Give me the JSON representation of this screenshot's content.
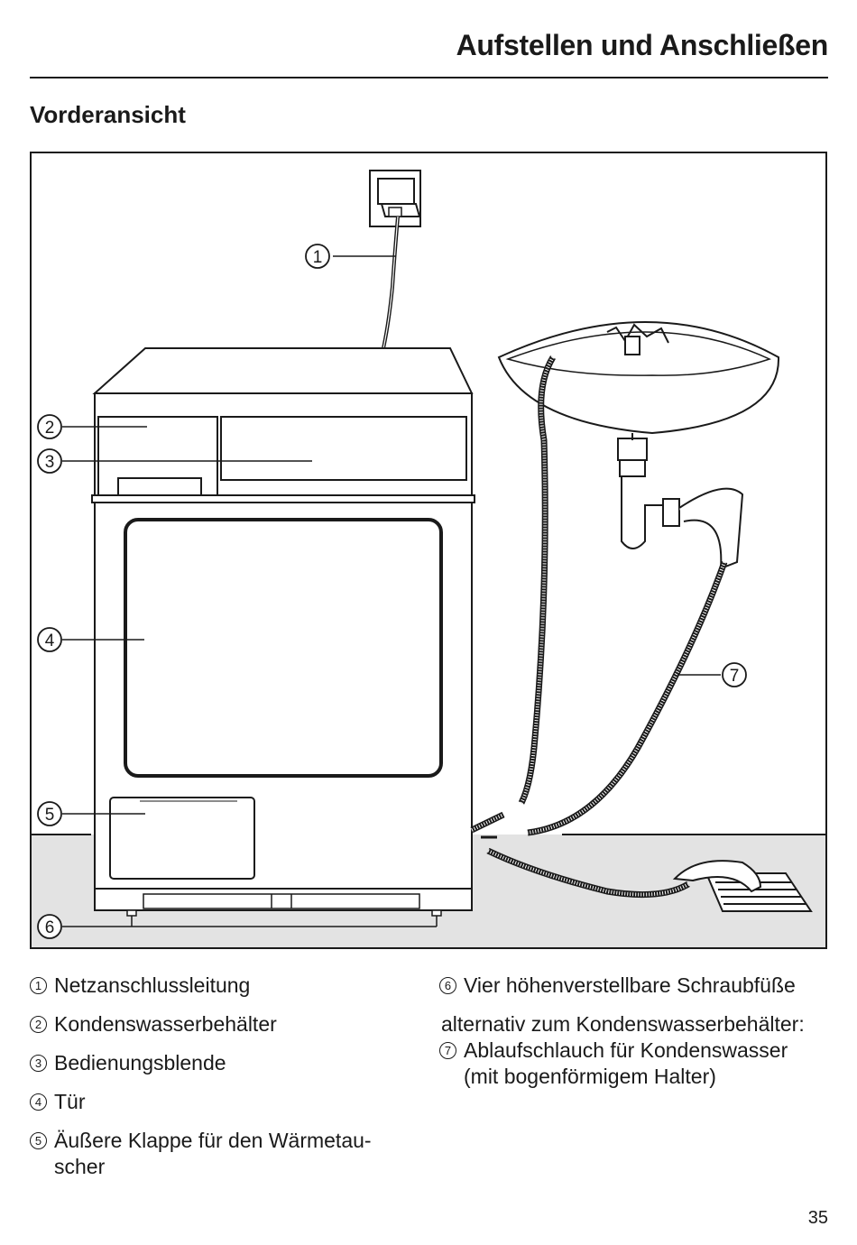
{
  "header": {
    "title": "Aufstellen und Anschließen"
  },
  "section": {
    "title": "Vorderansicht"
  },
  "callouts": [
    "1",
    "2",
    "3",
    "4",
    "5",
    "6",
    "7"
  ],
  "legend": {
    "left": [
      {
        "num": "1",
        "text": "Netzanschlussleitung"
      },
      {
        "num": "2",
        "text": "Kondenswasserbehälter"
      },
      {
        "num": "3",
        "text": "Bedienungsblende"
      },
      {
        "num": "4",
        "text": "Tür"
      },
      {
        "num": "5",
        "text": "Äußere Klappe für den Wärmetau-",
        "text2": "scher"
      }
    ],
    "right": [
      {
        "num": "6",
        "text": "Vier höhenverstellbare Schraubfüße"
      }
    ],
    "note": "alternativ zum Kondenswasserbehälter:",
    "right_after_note": [
      {
        "num": "7",
        "text": "Ablaufschlauch für Kondenswasser",
        "text2": "(mit bogenförmigem Halter)"
      }
    ]
  },
  "footer": {
    "page_number": "35"
  },
  "colors": {
    "ink": "#1a1a1a",
    "floor": "#e3e3e3"
  }
}
